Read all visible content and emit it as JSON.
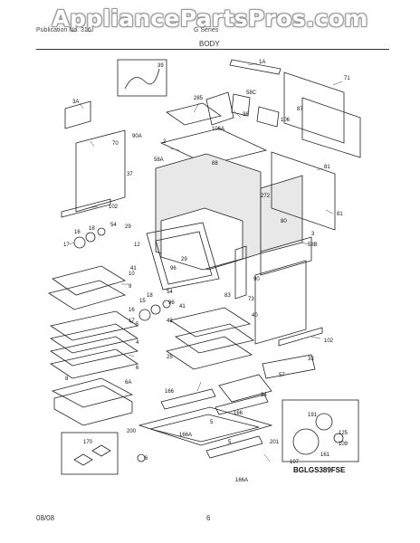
{
  "watermark": "AppliancePartsPros.com",
  "header": {
    "publication": "Publication No. 316",
    "section": "G Series",
    "title": "BODY"
  },
  "footer": {
    "date": "08/08",
    "page": "6"
  },
  "diagram_code": "BGLGS389FSE",
  "callouts": [
    {
      "id": "c1A",
      "label": "1A"
    },
    {
      "id": "c39",
      "label": "39"
    },
    {
      "id": "c71",
      "label": "71"
    },
    {
      "id": "c3A",
      "label": "3A"
    },
    {
      "id": "c285",
      "label": "285"
    },
    {
      "id": "c36",
      "label": "36"
    },
    {
      "id": "c58C",
      "label": "58C"
    },
    {
      "id": "c87",
      "label": "87"
    },
    {
      "id": "c106",
      "label": "106"
    },
    {
      "id": "c106A",
      "label": "106A"
    },
    {
      "id": "c70",
      "label": "70"
    },
    {
      "id": "c90A",
      "label": "90A"
    },
    {
      "id": "c2",
      "label": "2"
    },
    {
      "id": "c58A",
      "label": "58A"
    },
    {
      "id": "c88",
      "label": "88"
    },
    {
      "id": "c81a",
      "label": "81"
    },
    {
      "id": "c37",
      "label": "37"
    },
    {
      "id": "c272",
      "label": "272"
    },
    {
      "id": "c102a",
      "label": "102"
    },
    {
      "id": "c81b",
      "label": "81"
    },
    {
      "id": "c54a",
      "label": "54"
    },
    {
      "id": "c29",
      "label": "29"
    },
    {
      "id": "c80",
      "label": "80"
    },
    {
      "id": "c16a",
      "label": "16"
    },
    {
      "id": "c18a",
      "label": "18"
    },
    {
      "id": "c12",
      "label": "12"
    },
    {
      "id": "c58B",
      "label": "58B"
    },
    {
      "id": "c3",
      "label": "3"
    },
    {
      "id": "c17a",
      "label": "17"
    },
    {
      "id": "c41a",
      "label": "41"
    },
    {
      "id": "c96a",
      "label": "96"
    },
    {
      "id": "c29b",
      "label": "29"
    },
    {
      "id": "c9",
      "label": "9"
    },
    {
      "id": "c10",
      "label": "10"
    },
    {
      "id": "c90",
      "label": "90"
    },
    {
      "id": "c15",
      "label": "15"
    },
    {
      "id": "c18b",
      "label": "18"
    },
    {
      "id": "c54b",
      "label": "54"
    },
    {
      "id": "c96b",
      "label": "96"
    },
    {
      "id": "c41b",
      "label": "41"
    },
    {
      "id": "c83",
      "label": "83"
    },
    {
      "id": "c73",
      "label": "73"
    },
    {
      "id": "c16b",
      "label": "16"
    },
    {
      "id": "c42",
      "label": "42"
    },
    {
      "id": "c40",
      "label": "40"
    },
    {
      "id": "c17b",
      "label": "17"
    },
    {
      "id": "c5",
      "label": "5"
    },
    {
      "id": "c4",
      "label": "4"
    },
    {
      "id": "c25",
      "label": "25"
    },
    {
      "id": "c102b",
      "label": "102"
    },
    {
      "id": "c6",
      "label": "6"
    },
    {
      "id": "c33",
      "label": "33"
    },
    {
      "id": "c57",
      "label": "57"
    },
    {
      "id": "c8",
      "label": "8"
    },
    {
      "id": "c6A",
      "label": "6A"
    },
    {
      "id": "c166a",
      "label": "166"
    },
    {
      "id": "c34",
      "label": "34"
    },
    {
      "id": "c191",
      "label": "191"
    },
    {
      "id": "c5b",
      "label": "5"
    },
    {
      "id": "c166b",
      "label": "166"
    },
    {
      "id": "c200",
      "label": "200"
    },
    {
      "id": "c166A1",
      "label": "166A"
    },
    {
      "id": "c201",
      "label": "201"
    },
    {
      "id": "c125",
      "label": "125"
    },
    {
      "id": "c109",
      "label": "109"
    },
    {
      "id": "c170",
      "label": "170"
    },
    {
      "id": "c161",
      "label": "161"
    },
    {
      "id": "c107",
      "label": "107"
    },
    {
      "id": "c5c",
      "label": "5"
    },
    {
      "id": "c166A2",
      "label": "166A"
    },
    {
      "id": "c6b",
      "label": "6"
    }
  ]
}
